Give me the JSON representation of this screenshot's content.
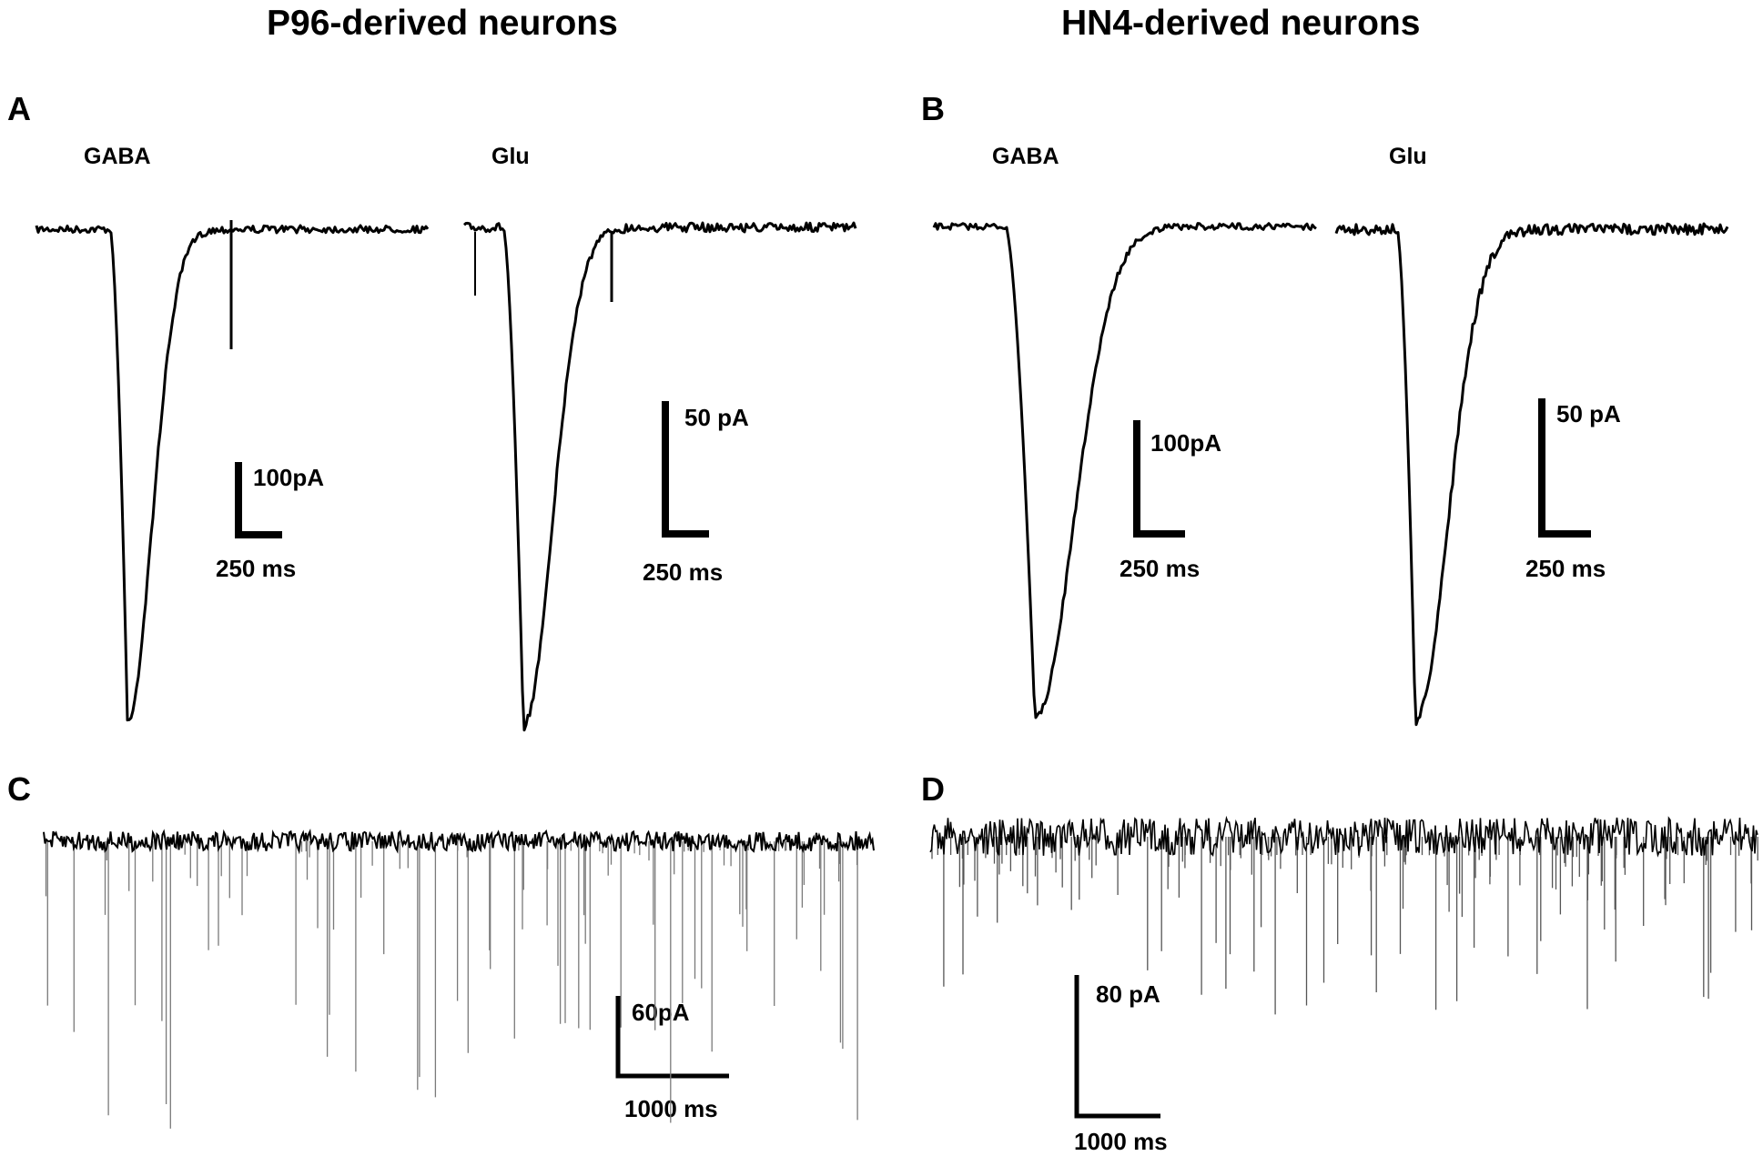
{
  "headings": {
    "left": "P96-derived  neurons",
    "right": "HN4-derived  neurons"
  },
  "panels": {
    "A": {
      "letter": "A",
      "traces": [
        {
          "label": "GABA",
          "scale_amplitude": "100pA",
          "scale_time": "250 ms"
        },
        {
          "label": "Glu",
          "scale_amplitude": "50 pA",
          "scale_time": "250 ms"
        }
      ]
    },
    "B": {
      "letter": "B",
      "traces": [
        {
          "label": "GABA",
          "scale_amplitude": "100pA",
          "scale_time": "250 ms"
        },
        {
          "label": "Glu",
          "scale_amplitude": "50 pA",
          "scale_time": "250 ms"
        }
      ]
    },
    "C": {
      "letter": "C",
      "scale_amplitude": "60pA",
      "scale_time": "1000 ms"
    },
    "D": {
      "letter": "D",
      "scale_amplitude": "80 pA",
      "scale_time": "1000 ms"
    }
  },
  "colors": {
    "trace": "#000000",
    "event": "#7a7a7a",
    "background": "#ffffff"
  }
}
